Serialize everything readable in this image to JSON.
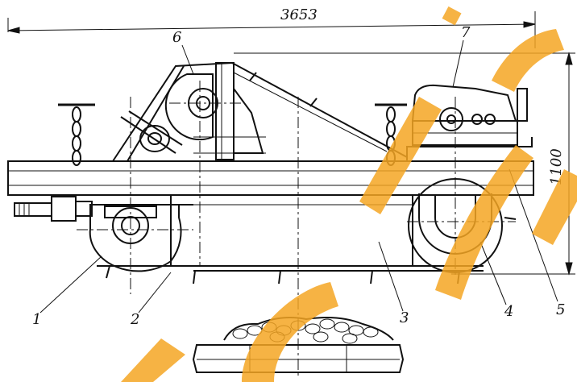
{
  "dimensions": {
    "overall_length": "3653",
    "overall_height": "1100"
  },
  "callouts": [
    "1",
    "2",
    "3",
    "4",
    "5",
    "6",
    "7"
  ],
  "watermark": {
    "color": "#f5a623"
  }
}
